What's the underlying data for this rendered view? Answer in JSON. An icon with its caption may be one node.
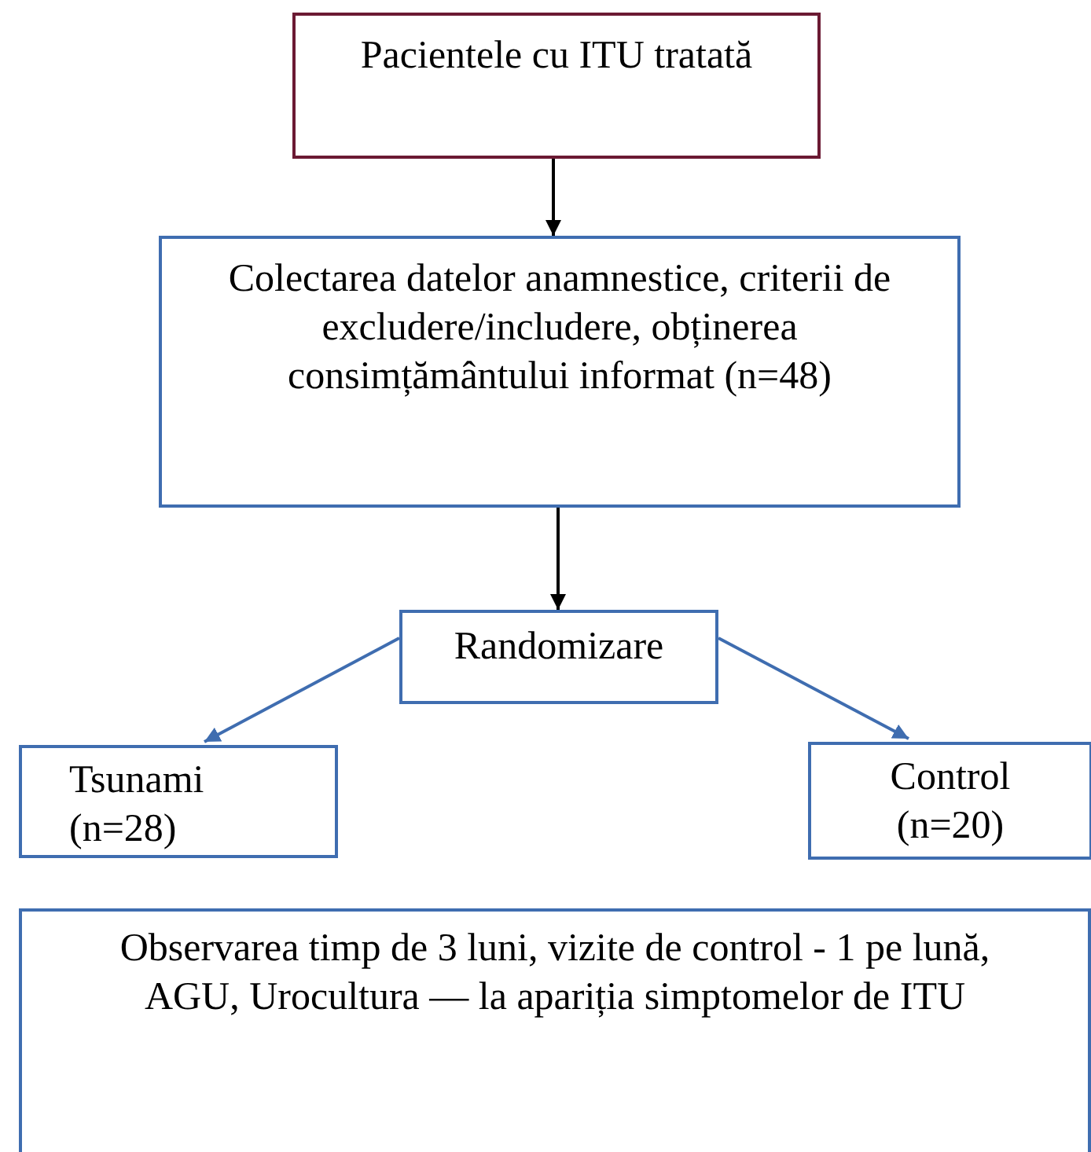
{
  "diagram": {
    "nodes": [
      {
        "text": [
          "Pacientele cu ITU tratată"
        ]
      },
      {
        "text": [
          "Colectarea datelor anamnestice, criterii de excludere/includere, obținerea  consimțământului informat (n=48)"
        ]
      },
      {
        "text": [
          "Randomizare"
        ]
      },
      {
        "text": [
          "Tsunami (n=28)"
        ]
      },
      {
        "text": [
          "Control (n=20)"
        ]
      },
      {
        "text": [
          "Observarea timp de 3 luni, vizite de control - 1 pe lună, AGU, Urocultura — la apariția simptomelor de ITU"
        ]
      }
    ],
    "edges": [
      {
        "from": 0,
        "to": 1,
        "arrow": "to"
      },
      {
        "from": 1,
        "to": 2,
        "arrow": "to"
      },
      {
        "from": 2,
        "to": 3,
        "arrow": "to",
        "color": "#3f6db0"
      },
      {
        "from": 2,
        "to": 4,
        "arrow": "to",
        "color": "#3f6db0"
      }
    ]
  }
}
